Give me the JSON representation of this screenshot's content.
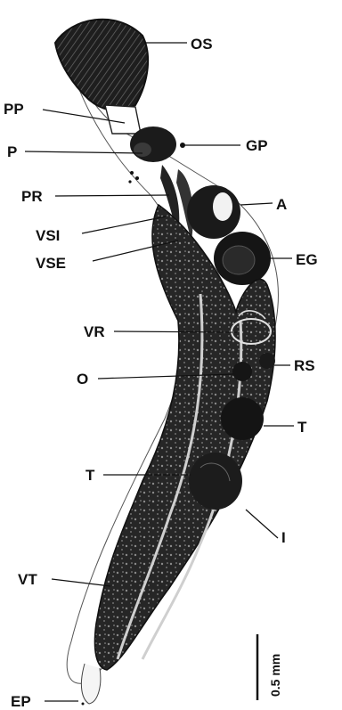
{
  "labels": {
    "os": "OS",
    "pp": "PP",
    "p": "P",
    "gp": "GP",
    "pr": "PR",
    "a": "A",
    "vsi": "VSI",
    "vse": "VSE",
    "eg": "EG",
    "vr": "VR",
    "rs": "RS",
    "o": "O",
    "t_right": "T",
    "t_left": "T",
    "i": "I",
    "vt": "VT",
    "ep": "EP"
  },
  "scale_bar": {
    "label": "0.5 mm"
  },
  "colors": {
    "ink": "#111111",
    "body": "#2a2a2a",
    "background": "#ffffff"
  }
}
